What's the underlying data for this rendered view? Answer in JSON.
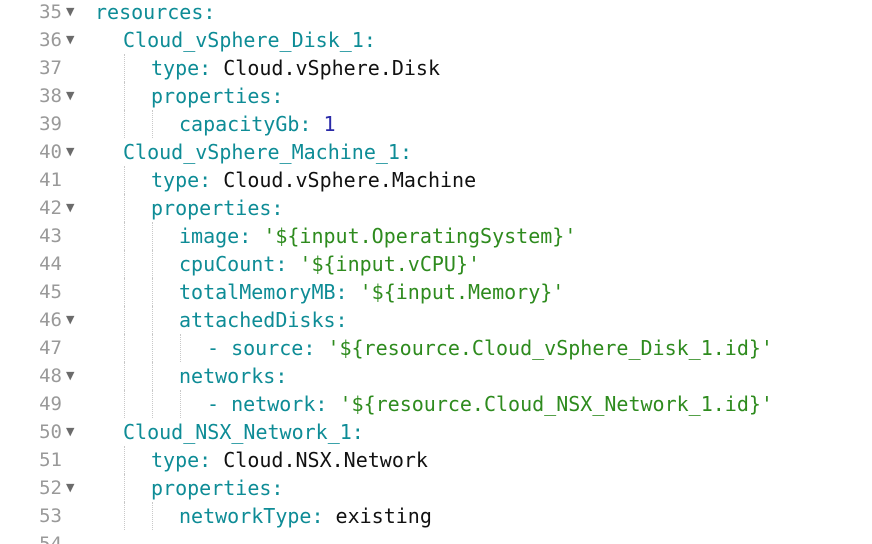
{
  "editor": {
    "lines": [
      {
        "num": "35",
        "fold": true,
        "indent": 0,
        "tokens": [
          {
            "t": "resources",
            "c": "key"
          },
          {
            "t": ":",
            "c": "punct"
          }
        ]
      },
      {
        "num": "36",
        "fold": true,
        "indent": 1,
        "tokens": [
          {
            "t": "Cloud_vSphere_Disk_1",
            "c": "key"
          },
          {
            "t": ":",
            "c": "punct"
          }
        ]
      },
      {
        "num": "37",
        "fold": false,
        "indent": 2,
        "tokens": [
          {
            "t": "type",
            "c": "key"
          },
          {
            "t": ": ",
            "c": "punct"
          },
          {
            "t": "Cloud.vSphere.Disk",
            "c": "val"
          }
        ]
      },
      {
        "num": "38",
        "fold": true,
        "indent": 2,
        "tokens": [
          {
            "t": "properties",
            "c": "key"
          },
          {
            "t": ":",
            "c": "punct"
          }
        ]
      },
      {
        "num": "39",
        "fold": false,
        "indent": 3,
        "tokens": [
          {
            "t": "capacityGb",
            "c": "key"
          },
          {
            "t": ": ",
            "c": "punct"
          },
          {
            "t": "1",
            "c": "num"
          }
        ]
      },
      {
        "num": "40",
        "fold": true,
        "indent": 1,
        "tokens": [
          {
            "t": "Cloud_vSphere_Machine_1",
            "c": "key"
          },
          {
            "t": ":",
            "c": "punct"
          }
        ]
      },
      {
        "num": "41",
        "fold": false,
        "indent": 2,
        "tokens": [
          {
            "t": "type",
            "c": "key"
          },
          {
            "t": ": ",
            "c": "punct"
          },
          {
            "t": "Cloud.vSphere.Machine",
            "c": "val"
          }
        ]
      },
      {
        "num": "42",
        "fold": true,
        "indent": 2,
        "tokens": [
          {
            "t": "properties",
            "c": "key"
          },
          {
            "t": ":",
            "c": "punct"
          }
        ]
      },
      {
        "num": "43",
        "fold": false,
        "indent": 3,
        "tokens": [
          {
            "t": "image",
            "c": "key"
          },
          {
            "t": ": ",
            "c": "punct"
          },
          {
            "t": "'${input.OperatingSystem}'",
            "c": "str"
          }
        ]
      },
      {
        "num": "44",
        "fold": false,
        "indent": 3,
        "tokens": [
          {
            "t": "cpuCount",
            "c": "key"
          },
          {
            "t": ": ",
            "c": "punct"
          },
          {
            "t": "'${input.vCPU}'",
            "c": "str"
          }
        ]
      },
      {
        "num": "45",
        "fold": false,
        "indent": 3,
        "tokens": [
          {
            "t": "totalMemoryMB",
            "c": "key"
          },
          {
            "t": ": ",
            "c": "punct"
          },
          {
            "t": "'${input.Memory}'",
            "c": "str"
          }
        ]
      },
      {
        "num": "46",
        "fold": true,
        "indent": 3,
        "tokens": [
          {
            "t": "attachedDisks",
            "c": "key"
          },
          {
            "t": ":",
            "c": "punct"
          }
        ]
      },
      {
        "num": "47",
        "fold": false,
        "indent": 4,
        "tokens": [
          {
            "t": "- ",
            "c": "punct"
          },
          {
            "t": "source",
            "c": "key"
          },
          {
            "t": ": ",
            "c": "punct"
          },
          {
            "t": "'${resource.Cloud_vSphere_Disk_1.id}'",
            "c": "str"
          }
        ]
      },
      {
        "num": "48",
        "fold": true,
        "indent": 3,
        "tokens": [
          {
            "t": "networks",
            "c": "key"
          },
          {
            "t": ":",
            "c": "punct"
          }
        ]
      },
      {
        "num": "49",
        "fold": false,
        "indent": 4,
        "tokens": [
          {
            "t": "- ",
            "c": "punct"
          },
          {
            "t": "network",
            "c": "key"
          },
          {
            "t": ": ",
            "c": "punct"
          },
          {
            "t": "'${resource.Cloud_NSX_Network_1.id}'",
            "c": "str"
          }
        ]
      },
      {
        "num": "50",
        "fold": true,
        "indent": 1,
        "tokens": [
          {
            "t": "Cloud_NSX_Network_1",
            "c": "key"
          },
          {
            "t": ":",
            "c": "punct"
          }
        ]
      },
      {
        "num": "51",
        "fold": false,
        "indent": 2,
        "tokens": [
          {
            "t": "type",
            "c": "key"
          },
          {
            "t": ": ",
            "c": "punct"
          },
          {
            "t": "Cloud.NSX.Network",
            "c": "val"
          }
        ]
      },
      {
        "num": "52",
        "fold": true,
        "indent": 2,
        "tokens": [
          {
            "t": "properties",
            "c": "key"
          },
          {
            "t": ":",
            "c": "punct"
          }
        ]
      },
      {
        "num": "53",
        "fold": false,
        "indent": 3,
        "tokens": [
          {
            "t": "networkType",
            "c": "key"
          },
          {
            "t": ": ",
            "c": "punct"
          },
          {
            "t": "existing",
            "c": "val"
          }
        ]
      },
      {
        "num": "54",
        "fold": false,
        "indent": 0,
        "tokens": []
      }
    ]
  },
  "colors": {
    "key": "#0e8c96",
    "string": "#2e8b1e",
    "number": "#2a2aa8",
    "value": "#111111",
    "line_number": "#999999"
  },
  "icons": {
    "fold": "fold-arrow-down-icon"
  }
}
